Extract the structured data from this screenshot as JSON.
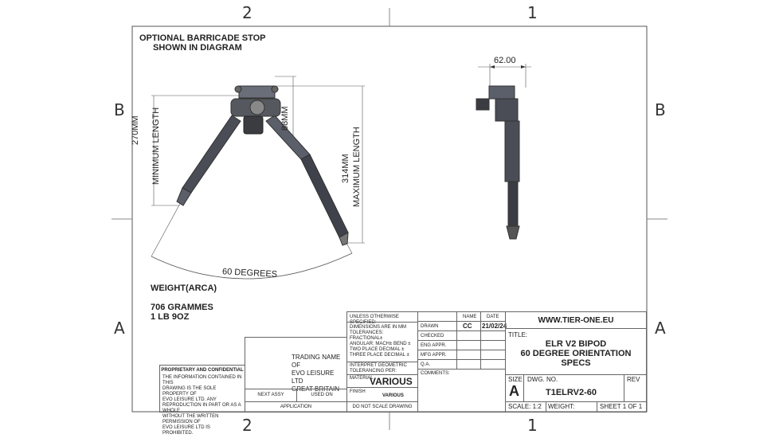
{
  "zones": {
    "top_left": "2",
    "top_right": "1",
    "bottom_left": "2",
    "bottom_right": "1",
    "left_top": "B",
    "left_bottom": "A",
    "right_top": "B",
    "right_bottom": "A"
  },
  "notes": {
    "line1": "OPTIONAL BARRICADE STOP",
    "line2": "SHOWN IN DIAGRAM"
  },
  "dimensions": {
    "min_len_mm": "270MM",
    "min_len_label": "MINIMUM LENGTH",
    "height_mm": "88MM",
    "max_len_mm": "314MM",
    "max_len_label": "MAXIMUM LENGTH",
    "angle": "60 DEGREES",
    "side_width": "62.00"
  },
  "weight": {
    "title": "WEIGHT(ARCA)",
    "grams": "706 GRAMMES",
    "imperial": "1 LB 9OZ"
  },
  "proprietary": {
    "title": "PROPRIETARY AND CONFIDENTIAL",
    "lines": [
      "THE INFORMATION CONTAINED IN THIS",
      "DRAWING IS THE SOLE PROPERTY OF",
      "EVO LEISURE LTD.  ANY",
      "REPRODUCTION IN PART OR AS A WHOLE",
      "WITHOUT THE WRITTEN PERMISSION OF",
      "EVO LEISURE LTD IS",
      "PROHIBITED."
    ]
  },
  "trading": {
    "line1": "TRADING NAME OF",
    "line2": "EVO LEISURE LTD",
    "line3": "GREAT BRITAIN"
  },
  "assy": {
    "next_assy": "NEXT ASSY",
    "used_on": "USED ON",
    "application": "APPLICATION",
    "no_scale": "DO NOT SCALE DRAWING"
  },
  "spec": {
    "unless": "UNLESS OTHERWISE SPECIFIED:",
    "dims_lines": [
      "DIMENSIONS ARE IN MM",
      "TOLERANCES:",
      "FRACTIONAL±",
      "ANGULAR: MACH±    BEND ±",
      "TWO PLACE DECIMAL    ±",
      "THREE PLACE DECIMAL  ±"
    ],
    "interpret": [
      "INTERPRET GEOMETRIC",
      "TOLERANCING PER:"
    ],
    "material_label": "MATERIAL",
    "material": "VARIOUS",
    "finish_label": "FINISH",
    "finish": "VARIOUS"
  },
  "approvals": {
    "name_header": "NAME",
    "date_header": "DATE",
    "rows": [
      {
        "label": "DRAWN",
        "name": "CC",
        "date": "21/02/24"
      },
      {
        "label": "CHECKED",
        "name": "",
        "date": ""
      },
      {
        "label": "ENG APPR.",
        "name": "",
        "date": ""
      },
      {
        "label": "MFG APPR.",
        "name": "",
        "date": ""
      },
      {
        "label": "Q.A.",
        "name": "",
        "date": ""
      }
    ],
    "comments": "COMMENTS:"
  },
  "title_block": {
    "website": "WWW.TIER-ONE.EU",
    "title_label": "TITLE:",
    "title_lines": [
      "ELR V2 BIPOD",
      "60 DEGREE ORIENTATION",
      "SPECS"
    ],
    "size_label": "SIZE",
    "size": "A",
    "dwg_label": "DWG.  NO.",
    "dwg_no": "T1ELRV2-60",
    "rev_label": "REV",
    "scale": "SCALE: 1:2",
    "weight": "WEIGHT:",
    "sheet": "SHEET 1 OF 1"
  }
}
